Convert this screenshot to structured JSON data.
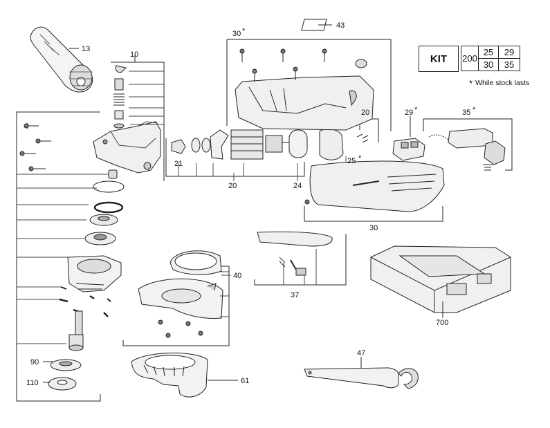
{
  "kit": {
    "title": "KIT",
    "number": "200",
    "contents": [
      [
        "25",
        "29"
      ],
      [
        "30",
        "35"
      ]
    ]
  },
  "note": {
    "symbol": "*",
    "text": "While stock lasts"
  },
  "callouts": {
    "c13": "13",
    "c10": "10",
    "c30top": "30",
    "c43": "43",
    "c20small": "20",
    "c29": "29",
    "c35": "35",
    "c21": "21",
    "c20": "20",
    "c24": "24",
    "c25": "25",
    "c30": "30",
    "c40": "40",
    "c37": "37",
    "c700": "700",
    "c47": "47",
    "c61": "61",
    "c90": "90",
    "c110": "110"
  },
  "star": "*"
}
